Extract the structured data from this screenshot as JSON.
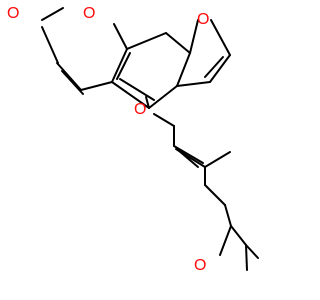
{
  "molecule": {
    "atom_labels": [
      {
        "id": "o-carbonyl",
        "text": "O"
      },
      {
        "id": "o-lactone",
        "text": "O"
      },
      {
        "id": "o-furan",
        "text": "O"
      },
      {
        "id": "o-ether",
        "text": "O"
      },
      {
        "id": "o-epoxide",
        "text": "O"
      }
    ],
    "colors": {
      "bond": "#000000",
      "heteroatom": "#ff0d0d",
      "background": "#ffffff"
    }
  }
}
